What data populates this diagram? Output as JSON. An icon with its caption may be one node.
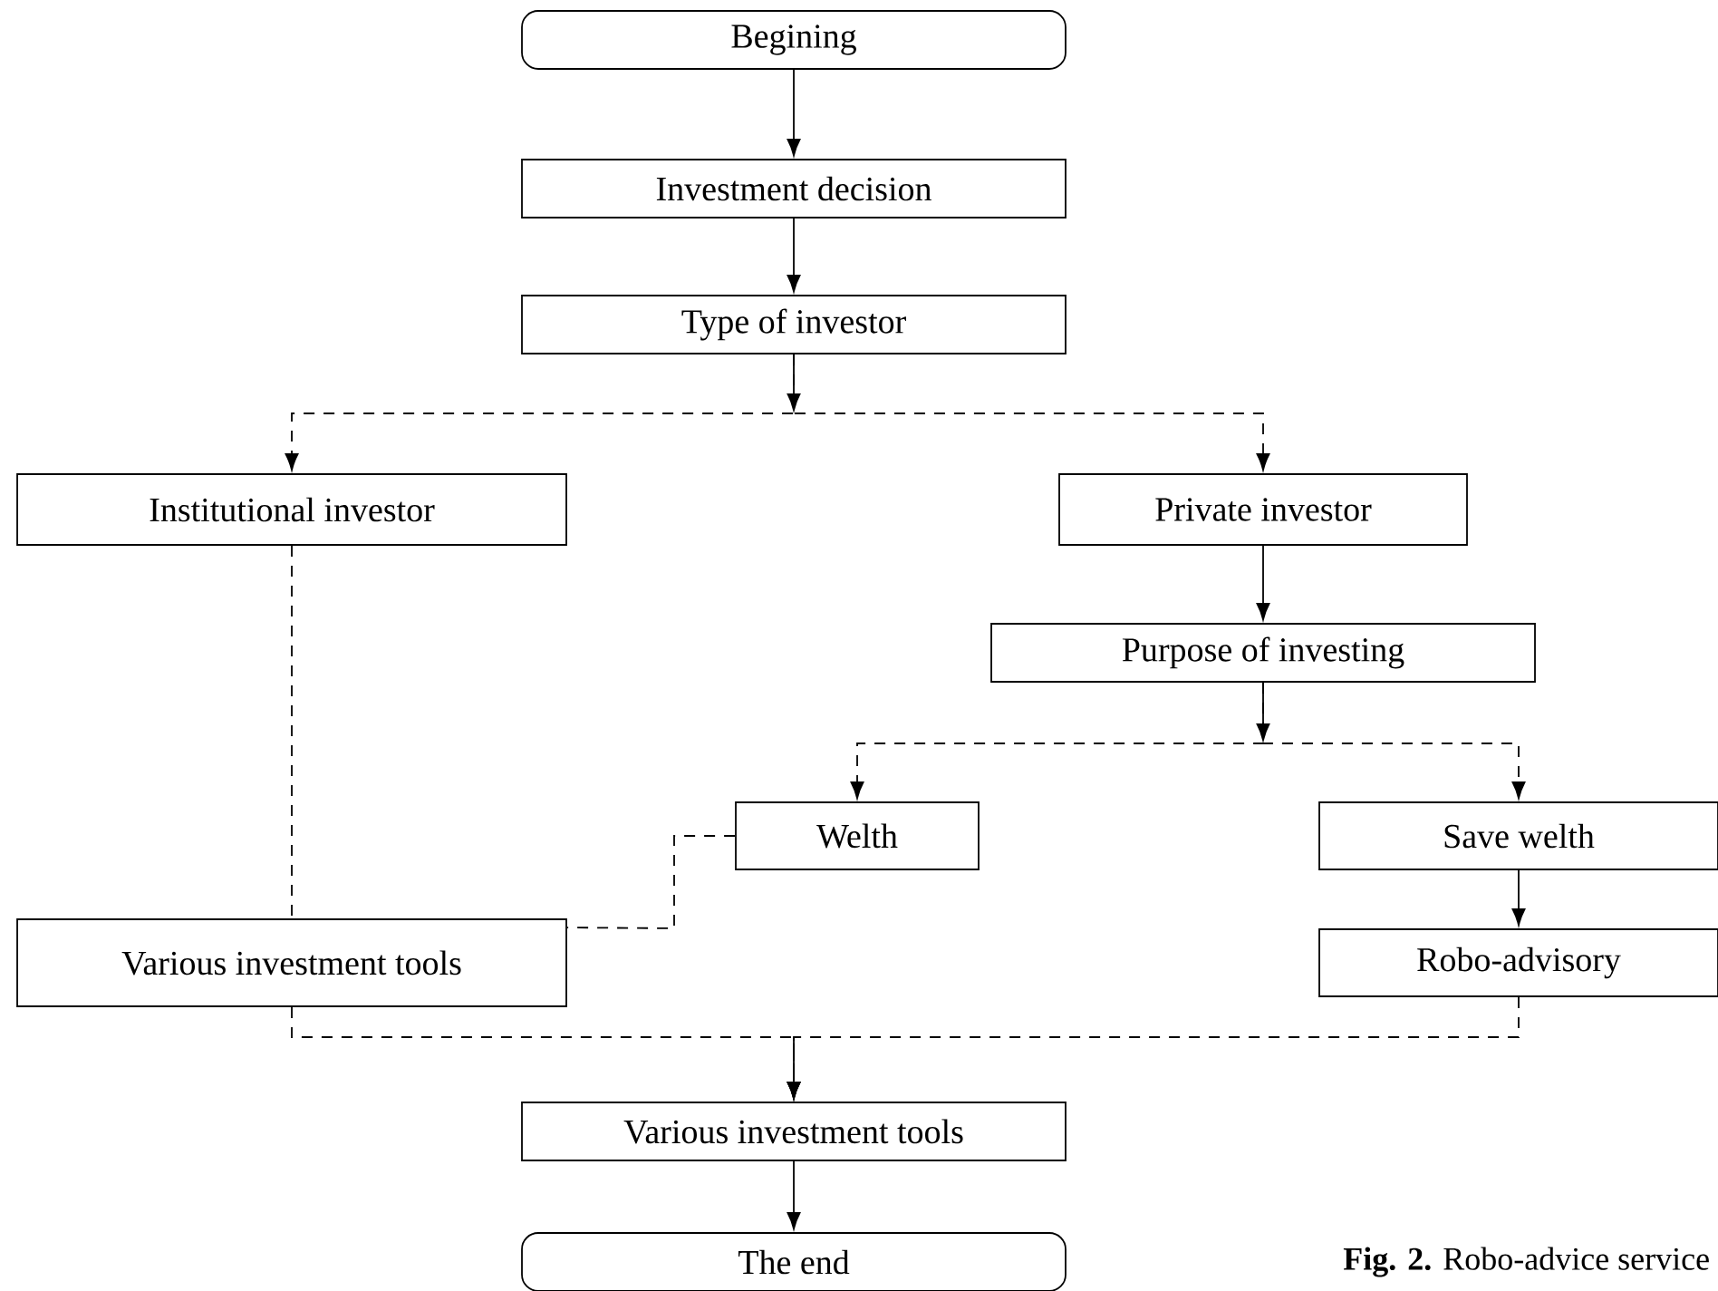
{
  "diagram": {
    "caption": "**Fig. 2.** Robo-advice service",
    "nodes": [
      {
        "text": [
          "Begining"
        ]
      },
      {
        "text": [
          "Investment decision"
        ]
      },
      {
        "text": [
          "Type of investor"
        ]
      },
      {
        "text": [
          "Institutional investor"
        ]
      },
      {
        "text": [
          "Private investor"
        ]
      },
      {
        "text": [
          "Purpose of investing"
        ]
      },
      {
        "text": [
          "Welth"
        ]
      },
      {
        "text": [
          "Save welth"
        ]
      },
      {
        "text": [
          "Various investment tools"
        ]
      },
      {
        "text": [
          "Robo-advisory"
        ]
      },
      {
        "text": [
          "Various investment tools"
        ]
      },
      {
        "text": [
          "The end"
        ]
      }
    ],
    "edges": [
      {
        "from": 0,
        "to": 1,
        "arrow": "to"
      },
      {
        "from": 1,
        "to": 2,
        "arrow": "to"
      },
      {
        "from": 2,
        "to": 3,
        "arrow": "to",
        "style": "dashed"
      },
      {
        "from": 2,
        "to": 4,
        "arrow": "to",
        "style": "dashed"
      },
      {
        "from": 4,
        "to": 5,
        "arrow": "to"
      },
      {
        "from": 5,
        "to": 6,
        "arrow": "to",
        "style": "dashed"
      },
      {
        "from": 5,
        "to": 7,
        "arrow": "to",
        "style": "dashed"
      },
      {
        "from": 3,
        "to": 8,
        "arrow": "none",
        "style": "dashed"
      },
      {
        "from": 6,
        "to": 8,
        "arrow": "none",
        "style": "dashed"
      },
      {
        "from": 7,
        "to": 9,
        "arrow": "to"
      },
      {
        "from": 8,
        "to": 10,
        "arrow": "to",
        "style": "dashed"
      },
      {
        "from": 9,
        "to": 10,
        "arrow": "to",
        "style": "dashed"
      },
      {
        "from": 10,
        "to": 11,
        "arrow": "to"
      }
    ]
  }
}
